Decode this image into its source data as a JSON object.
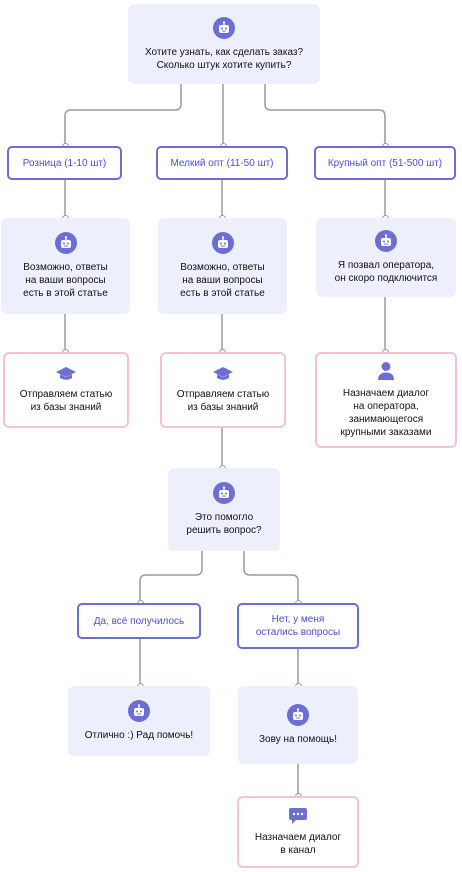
{
  "start": {
    "icon": "robot-icon",
    "text": "Хотите узнать, как сделать заказ?\nСколько штук хотите купить?"
  },
  "options_level1": [
    {
      "label": "Розница (1-10 шт)"
    },
    {
      "label": "Мелкий опт (11-50 шт)"
    },
    {
      "label": "Крупный опт (51-500 шт)"
    }
  ],
  "bot_level2": [
    {
      "icon": "robot-icon",
      "text": "Возможно, ответы\nна ваши вопросы\nесть в этой статье"
    },
    {
      "icon": "robot-icon",
      "text": "Возможно, ответы\nна ваши вопросы\nесть в этой статье"
    },
    {
      "icon": "robot-icon",
      "text": "Я позвал оператора,\nон скоро подключится"
    }
  ],
  "actions_level3": [
    {
      "icon": "graduation-cap-icon",
      "text": "Отправляем статью\nиз базы знаний"
    },
    {
      "icon": "graduation-cap-icon",
      "text": "Отправляем статью\nиз базы знаний"
    },
    {
      "icon": "user-icon",
      "text": "Назначаем диалог\nна оператора,\nзанимающегося\nкрупными заказами"
    }
  ],
  "question": {
    "icon": "robot-icon",
    "text": "Это помогло\nрешить вопрос?"
  },
  "answers": [
    {
      "label": "Да, всё получилось"
    },
    {
      "label": "Нет, у меня\nостались вопросы"
    }
  ],
  "replies": [
    {
      "icon": "robot-icon",
      "text": "Отлично :) Рад помочь!"
    },
    {
      "icon": "robot-icon",
      "text": "Зову на помощь!"
    }
  ],
  "final_action": {
    "icon": "chat-bubble-icon",
    "text": "Назначаем диалог\nв канал"
  },
  "colors": {
    "accent": "#6b6fd4",
    "bot_bg": "#eeeffc",
    "action_border": "#f3c3cf",
    "connector": "#9a9a9a"
  }
}
